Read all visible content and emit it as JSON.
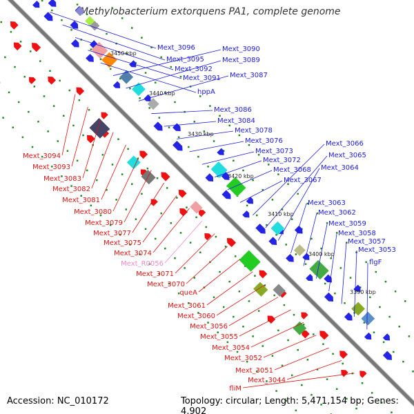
{
  "title": "Methylobacterium extorquens PA1, complete genome",
  "accession": "Accession: NC_010172",
  "summary": "Topology: circular; Length: 5,471,154 bp; Genes: 4,902",
  "colors": {
    "forward": "#2424e6",
    "reverse": "#ee1111",
    "backbone": "#777777",
    "label_forward": "#1a1ae0",
    "label_reverse": "#dd1111",
    "label_rna": "#ee88cc",
    "ticks": "#228822"
  },
  "scale": [
    "3450 kbp",
    "3440 kbp",
    "3430 kbp",
    "3420 kbp",
    "3410 kbp",
    "3400 kbp",
    "3390 kbp"
  ],
  "right_labels": [
    "Mext_3096",
    "Mext_3095",
    "Mext_3092",
    "Mext_3091",
    "hppA",
    "Mext_3090",
    "Mext_3089",
    "Mext_3087",
    "Mext_3086",
    "Mext_3084",
    "Mext_3078",
    "Mext_3076",
    "Mext_3073",
    "Mext_3072",
    "Mext_3068",
    "Mext_3067",
    "Mext_3066",
    "Mext_3065",
    "Mext_3064",
    "Mext_3063",
    "Mext_3062",
    "Mext_3059",
    "Mext_3058",
    "Mext_3057",
    "Mext_3053",
    "flgF"
  ],
  "left_labels": [
    "Mext_3094",
    "Mext_3093",
    "Mext_3083",
    "Mext_3082",
    "Mext_3081",
    "Mext_3080",
    "Mext_3079",
    "Mext_3077",
    "Mext_3075",
    "Mext_3074",
    "Mext_R0056",
    "Mext_3071",
    "Mext_3070",
    "queA",
    "Mext_3061",
    "Mext_3060",
    "Mext_3056",
    "Mext_3055",
    "Mext_3054",
    "Mext_3052",
    "Mext_3051",
    "Mext_3044",
    "fliM"
  ]
}
